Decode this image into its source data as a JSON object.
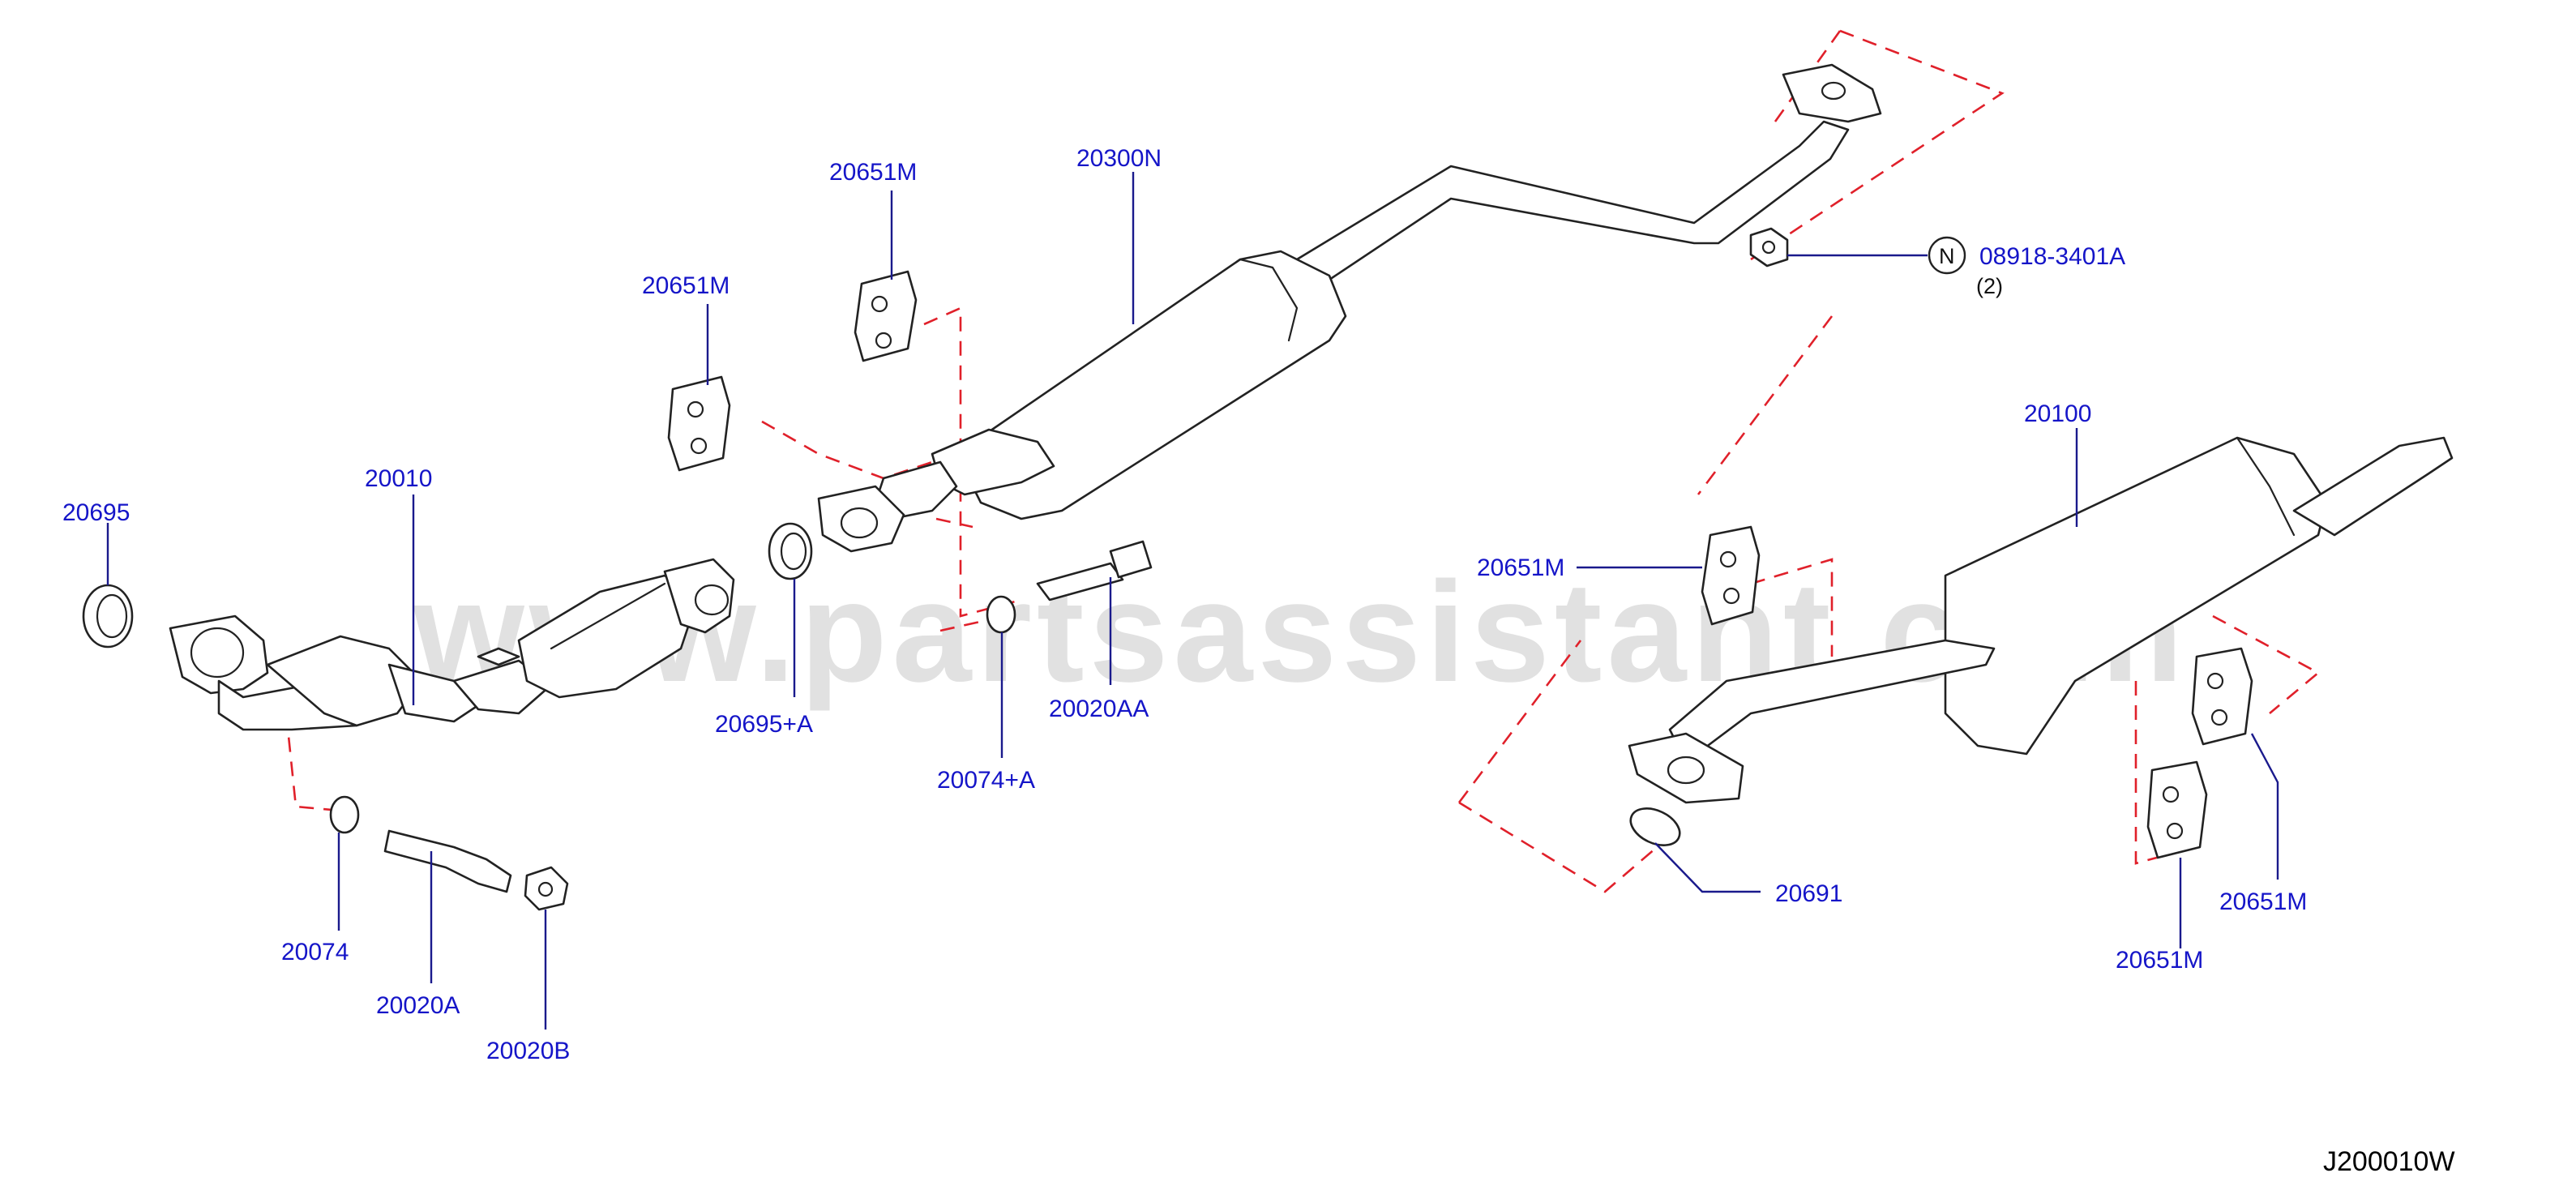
{
  "labels": {
    "p20695": "20695",
    "p20010": "20010",
    "p20651m_a": "20651M",
    "p20651m_b": "20651M",
    "p20300n": "20300N",
    "p20695a": "20695+A",
    "p20074a": "20074+A",
    "p20020aa": "20020AA",
    "p20074": "20074",
    "p20020a": "20020A",
    "p20020b": "20020B",
    "p08918_symbol": "N",
    "p08918": "08918-3401A",
    "p08918_qty": "(2)",
    "p20100": "20100",
    "p20651m_c": "20651M",
    "p20691": "20691",
    "p20651m_d": "20651M",
    "p20651m_e": "20651M"
  },
  "diagram_code": "J200010W",
  "watermark": "www.partsassistant.com",
  "colors": {
    "label": "#1515c8",
    "leader": "#1a1a8c",
    "dashed_guide": "#e0202a",
    "outline": "#222222"
  }
}
